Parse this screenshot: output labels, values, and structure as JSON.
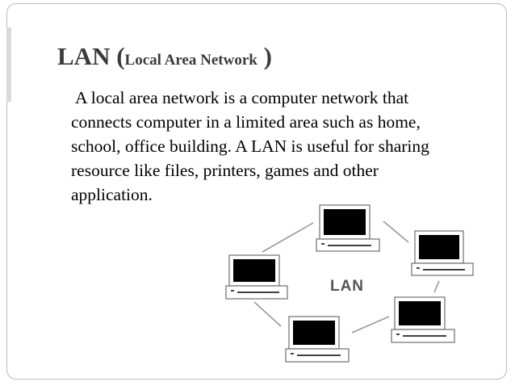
{
  "slide": {
    "title": {
      "prefix": "LAN (",
      "subtitle": "Local Area Network",
      "suffix": " )"
    },
    "body_lines": [
      "A local area network is a computer network that",
      "connects computer in  a limited area such as home,",
      "school, office building. A LAN is useful for  sharing",
      "resource like files, printers, games and other",
      "application."
    ]
  },
  "diagram": {
    "center_label": "LAN",
    "computers": [
      "computer-top",
      "computer-right-upper",
      "computer-right-lower",
      "computer-bottom",
      "computer-left"
    ],
    "colors": {
      "screen": "#000000",
      "line": "#9a9a9a",
      "case_border": "#6e6e6e",
      "label": "#555555"
    }
  }
}
